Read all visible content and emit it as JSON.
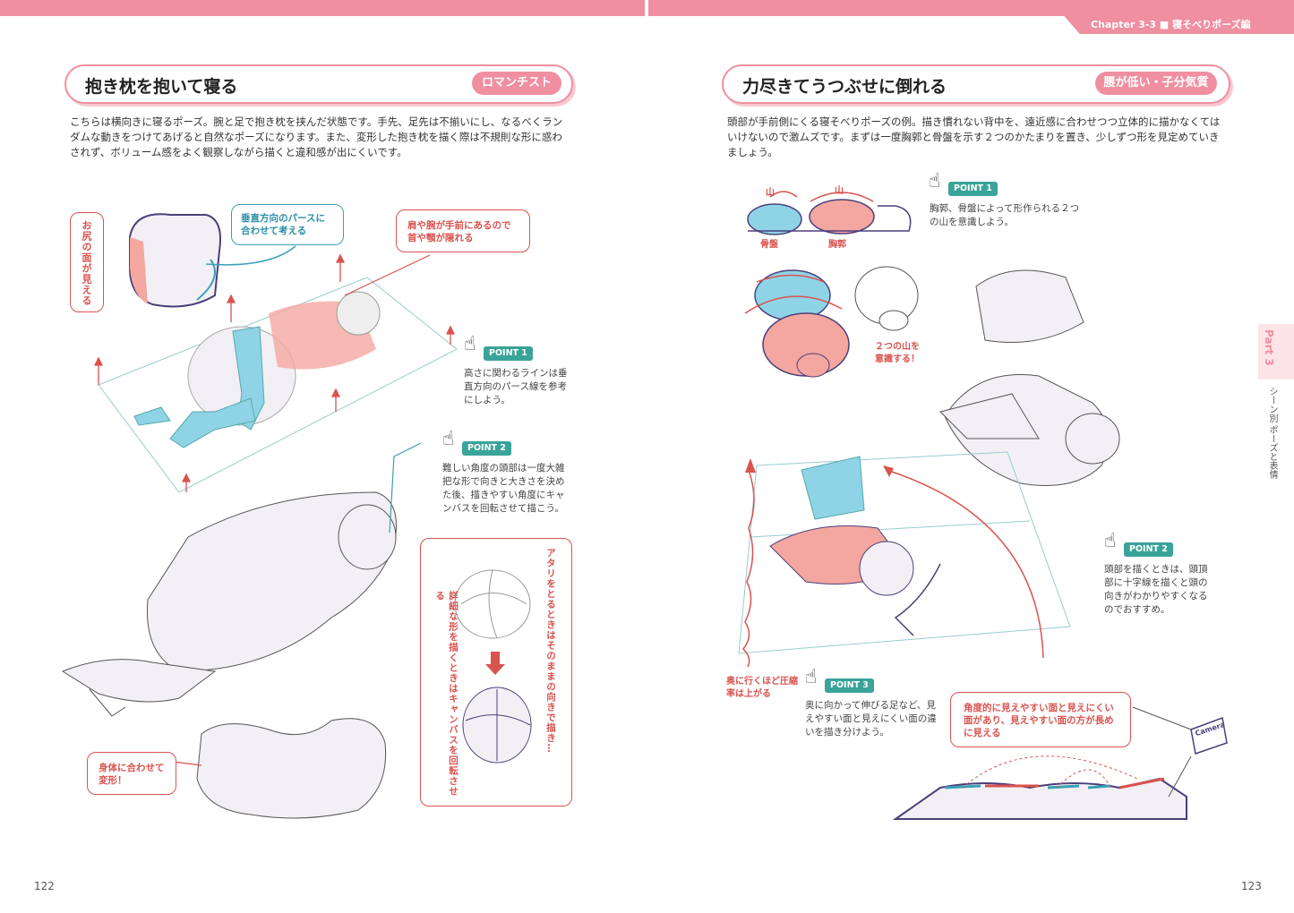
{
  "header": {
    "chapter": "Chapter 3-3 ■ 寝そべりポーズ編"
  },
  "left": {
    "title": "抱き枕を抱いて寝る",
    "tag": "ロマンチスト",
    "body": "こちらは横向きに寝るポーズ。腕と足で抱き枕を挟んだ状態です。手先、足先は不揃いにし、なるべくランダムな動きをつけてあげると自然なポーズになります。また、変形した抱き枕を描く際は不規則な形に惑わされず、ボリューム感をよく観察しながら描くと違和感が出にくいです。",
    "callout_hip": "お尻の面が見える",
    "callout_vertical": "垂直方向のパースに合わせて考える",
    "callout_shoulder": "肩や腕が手前にあるので首や顎が隠れる",
    "point1_label": "POINT 1",
    "point1_text": "高さに関わるラインは垂直方向のパース線を参考にしよう。",
    "point2_label": "POINT 2",
    "point2_text": "難しい角度の頭部は一度大雑把な形で向きと大きさを決めた後、描きやすい角度にキャンバスを回転させて描こう。",
    "atari_text": "アタリをとるときはそのままの向きで描き…",
    "detail_text": "詳細な形を描くときはキャンバスを回転させる",
    "deform_text": "身体に合わせて変形！",
    "page_number": "122"
  },
  "right": {
    "title": "力尽きてうつぶせに倒れる",
    "tag": "腰が低い・子分気質",
    "body": "頭部が手前側にくる寝そべりポーズの例。描き慣れない背中を、遠近感に合わせつつ立体的に描かなくてはいけないので激ムズです。まずは一度胸郭と骨盤を示す２つのかたまりを置き、少しずつ形を見定めていきましょう。",
    "mountain_label": "山",
    "pelvis_label": "骨盤",
    "ribcage_label": "胸郭",
    "point1_label": "POINT 1",
    "point1_text": "胸郭、骨盤によって形作られる２つの山を意識しよう。",
    "two_mountains": "２つの山を意識する！",
    "point2_label": "POINT 2",
    "point2_text": "頭部を描くときは、頭頂部に十字線を描くと頭の向きがわかりやすくなるのでおすすめ。",
    "deeper_text": "奥に行くほど圧縮率は上がる",
    "point3_label": "POINT 3",
    "point3_text": "奥に向かって伸びる足など、見えやすい面と見えにくい面の違いを描き分けよう。",
    "angle_text": "角度的に見えやすい面と見えにくい面があり、見えやすい面の方が長めに見える",
    "camera_label": "Camera",
    "page_number": "123"
  },
  "side": {
    "part": "Part 3",
    "label": "シーン別 ポーズと表情"
  },
  "colors": {
    "accent": "#ef8fa0",
    "red": "#d9534f",
    "teal": "#3aa39a",
    "blue": "#8fd3e6",
    "pink": "#f4a7a0"
  }
}
